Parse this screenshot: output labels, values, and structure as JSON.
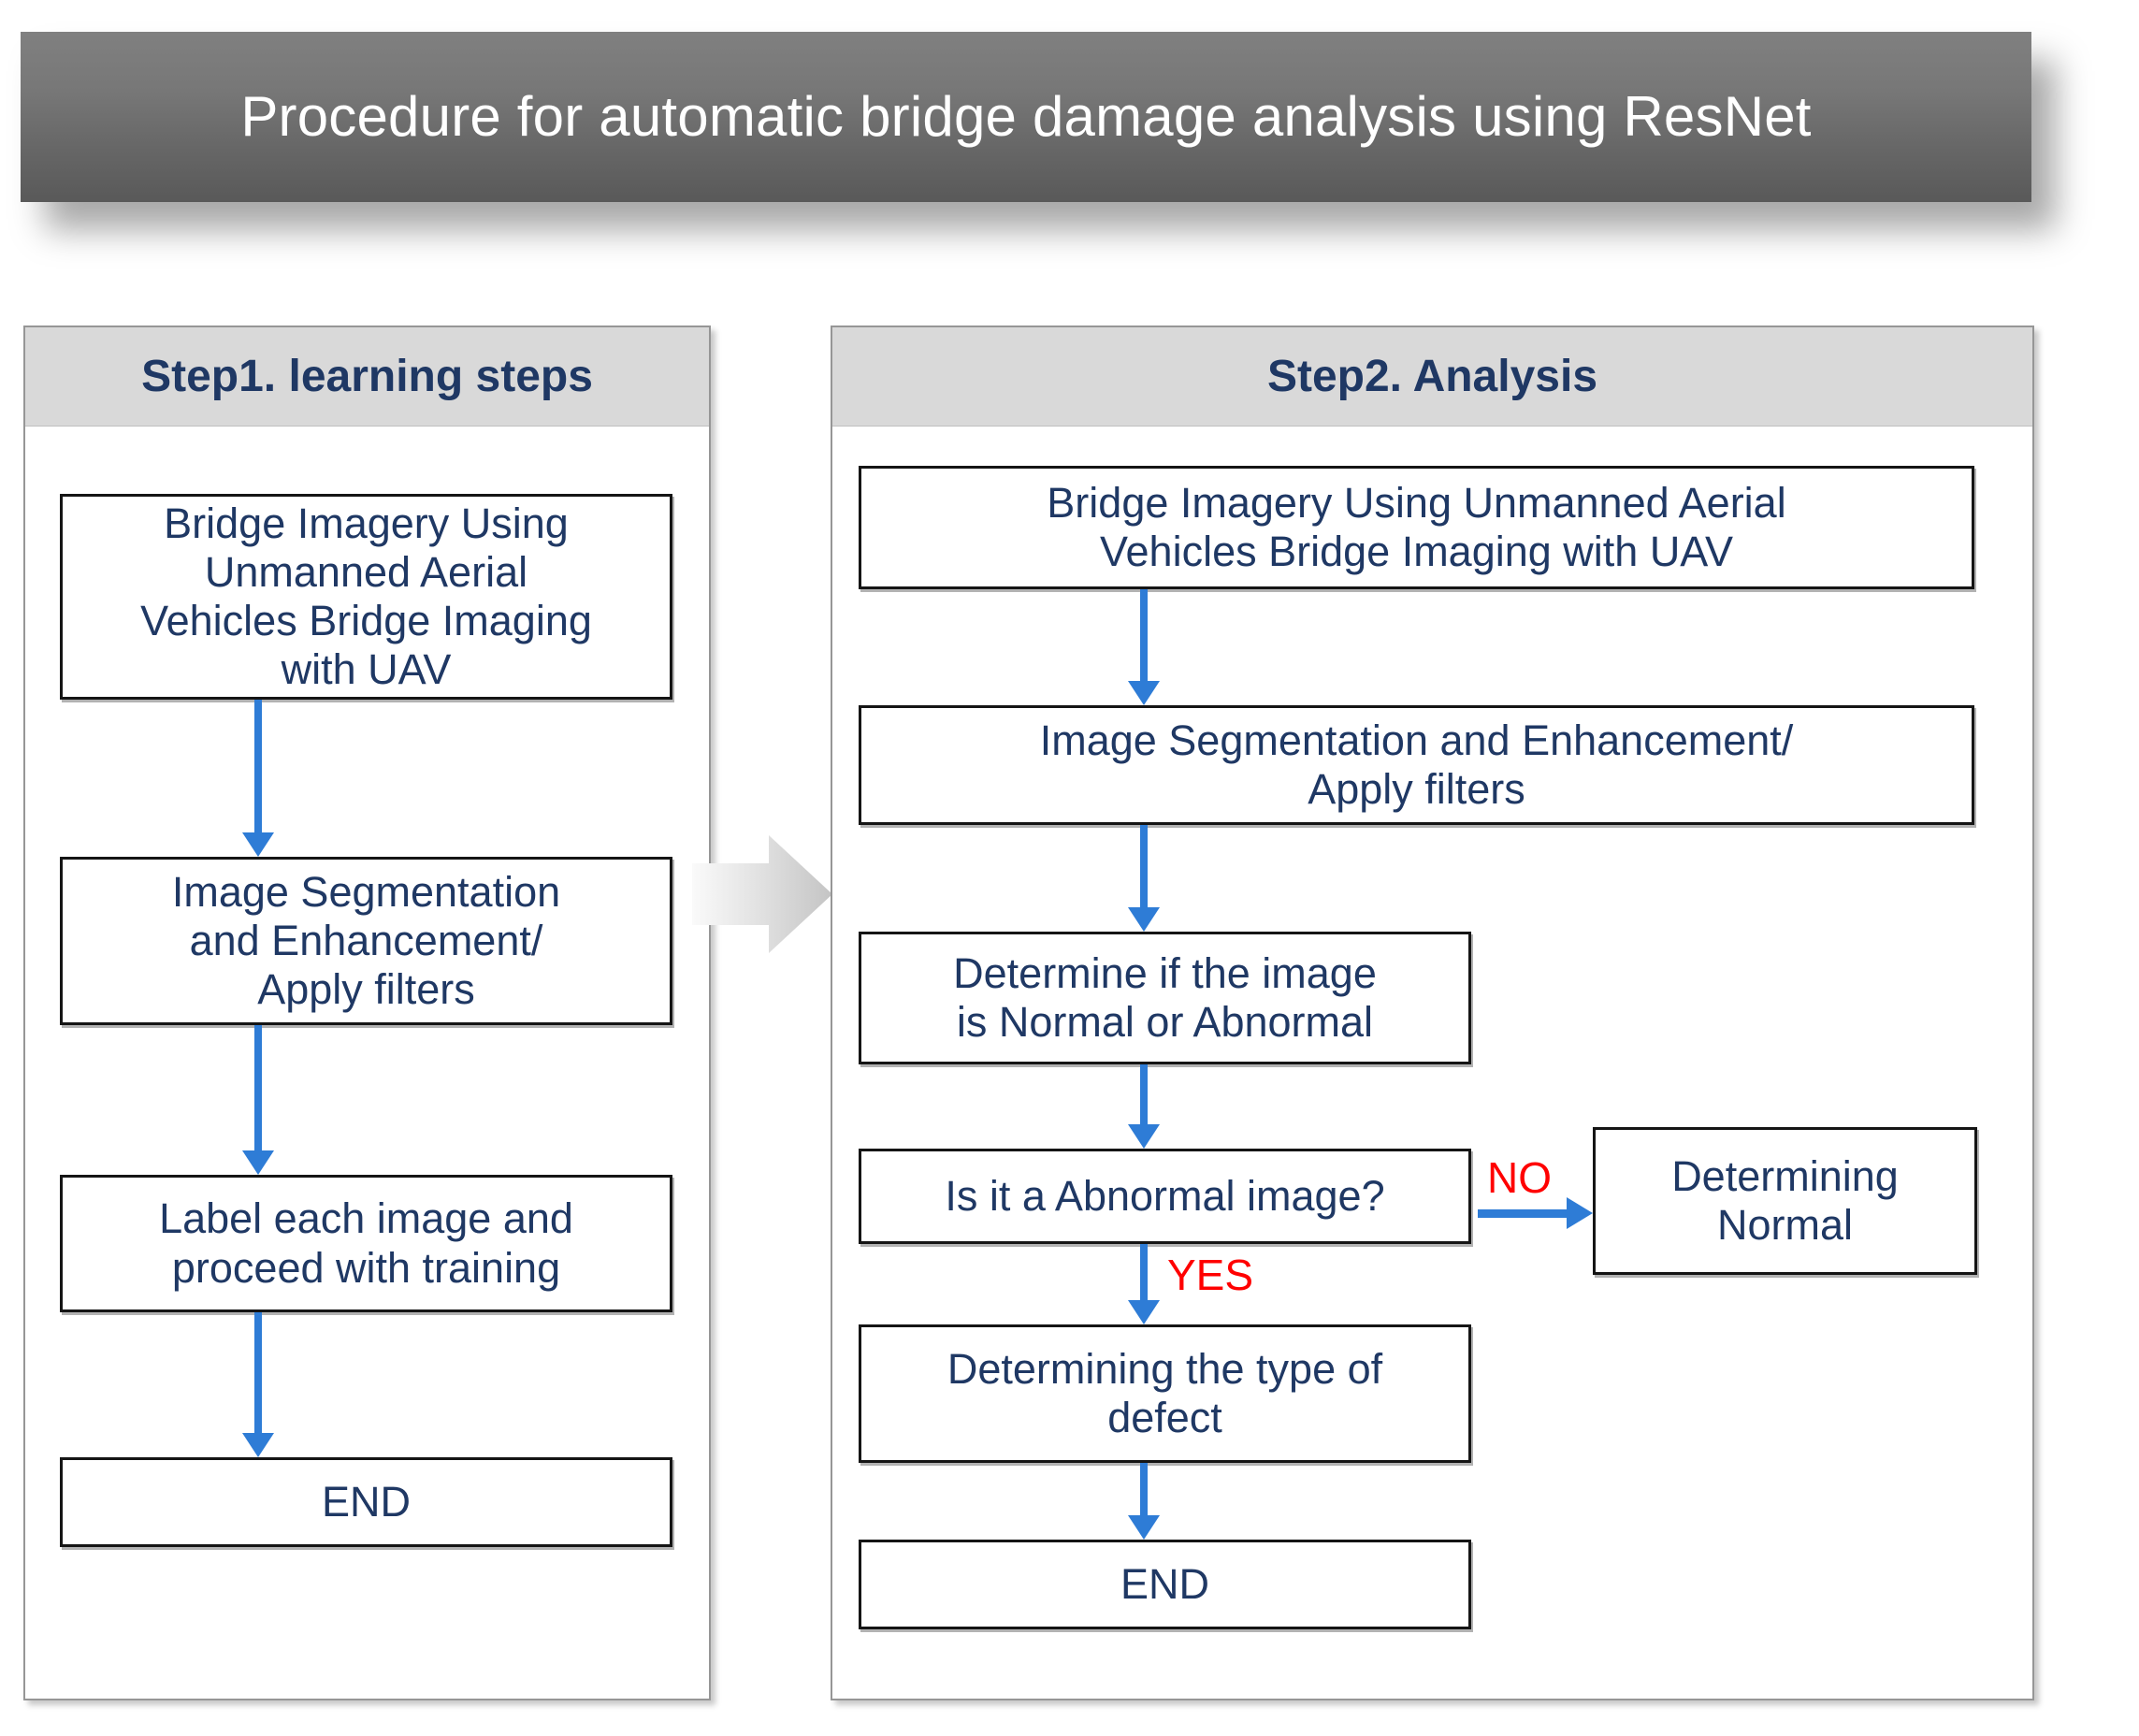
{
  "title": {
    "text": "Procedure for automatic bridge damage analysis using ResNet"
  },
  "colors": {
    "banner_gradient_top": "#808080",
    "banner_gradient_bottom": "#595959",
    "banner_text": "#ffffff",
    "panel_header_bg": "#d9d9d9",
    "panel_border": "#969696",
    "box_border": "#151515",
    "box_text": "#1f3864",
    "arrow_blue": "#2e7cd6",
    "branch_label_red": "#ff0000",
    "transition_arrow_gray": "#d9d9d9"
  },
  "panels": [
    {
      "id": "step1",
      "header": "Step1. learning steps",
      "boxes": [
        {
          "id": "s1-b1",
          "text": "Bridge Imagery Using\nUnmanned Aerial\nVehicles Bridge Imaging\nwith UAV"
        },
        {
          "id": "s1-b2",
          "text": "Image Segmentation\nand Enhancement/\nApply filters"
        },
        {
          "id": "s1-b3",
          "text": "Label each image and\nproceed with training"
        },
        {
          "id": "s1-b4",
          "text": "END"
        }
      ]
    },
    {
      "id": "step2",
      "header": "Step2. Analysis",
      "boxes": [
        {
          "id": "s2-b1",
          "text": "Bridge Imagery Using Unmanned Aerial\nVehicles Bridge Imaging with UAV"
        },
        {
          "id": "s2-b2",
          "text": "Image Segmentation and Enhancement/\nApply filters"
        },
        {
          "id": "s2-b3",
          "text": "Determine if the image\nis Normal or Abnormal"
        },
        {
          "id": "s2-b4",
          "text": "Is it a Abnormal image?"
        },
        {
          "id": "s2-b5",
          "text": "Determining the type of\ndefect"
        },
        {
          "id": "s2-b6",
          "text": "END"
        },
        {
          "id": "s2-b7",
          "text": "Determining\nNormal"
        }
      ],
      "branch_labels": {
        "no": "NO",
        "yes": "YES"
      }
    }
  ],
  "icons": {
    "transition_arrow": "right-block-arrow-icon",
    "flow_arrow_down": "arrow-down-icon",
    "flow_arrow_right": "arrow-right-icon"
  }
}
